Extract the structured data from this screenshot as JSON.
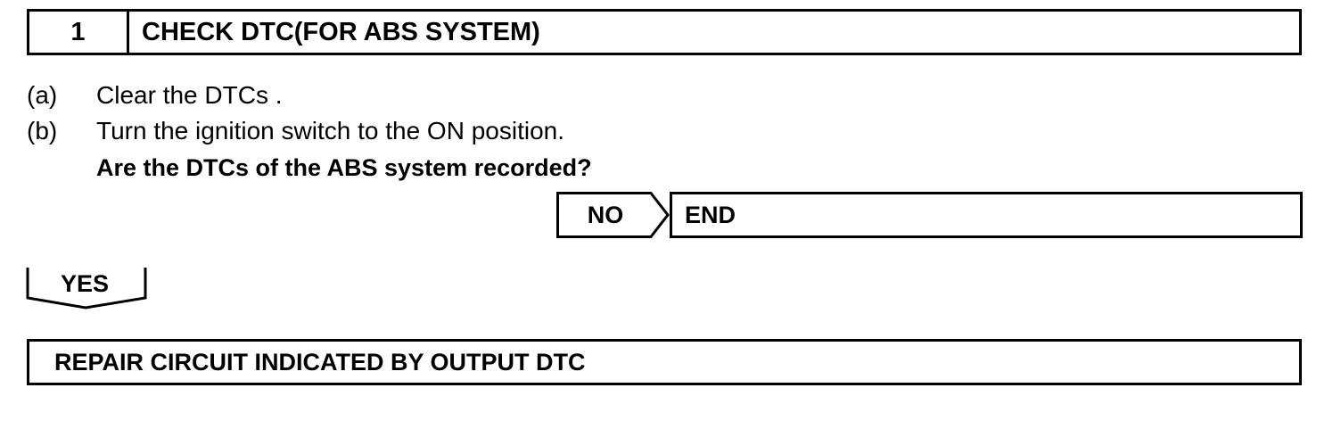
{
  "step": {
    "number": "1",
    "title": "CHECK DTC(FOR ABS SYSTEM)"
  },
  "instructions": [
    {
      "marker": "(a)",
      "text": "Clear the DTCs ."
    },
    {
      "marker": "(b)",
      "text": "Turn the ignition switch to the ON position."
    }
  ],
  "question": "Are the DTCs of the ABS system recorded?",
  "no_branch": {
    "label": "NO",
    "result": "END"
  },
  "yes_branch": {
    "label": "YES",
    "result": "REPAIR CIRCUIT INDICATED BY OUTPUT DTC"
  }
}
